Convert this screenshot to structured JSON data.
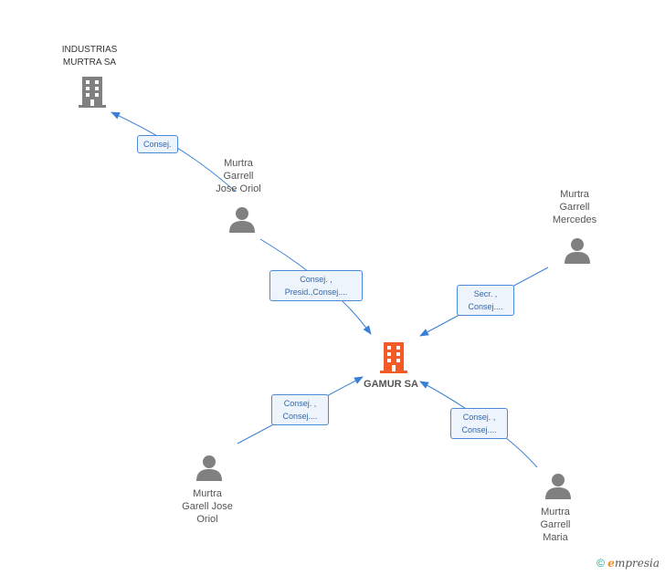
{
  "colors": {
    "edge": "#3a7fd5",
    "person": "#808080",
    "company": "#808080",
    "center": "#f25a28"
  },
  "center": {
    "name": "GAMUR SA"
  },
  "nodes": [
    {
      "id": "industrias",
      "type": "company",
      "lines": [
        "INDUSTRIAS",
        "MURTRA SA"
      ]
    },
    {
      "id": "jose-oriol-top",
      "type": "person",
      "lines": [
        "Murtra",
        "Garrell",
        "Jose Oriol"
      ]
    },
    {
      "id": "mercedes",
      "type": "person",
      "lines": [
        "Murtra",
        "Garrell",
        "Mercedes"
      ]
    },
    {
      "id": "jose-oriol-bottom",
      "type": "person",
      "lines": [
        "Murtra",
        "Garell Jose",
        "Oriol"
      ]
    },
    {
      "id": "maria",
      "type": "person",
      "lines": [
        "Murtra",
        "Garrell",
        "Maria"
      ]
    }
  ],
  "edges": [
    {
      "id": "e1",
      "lines": [
        "Consej."
      ]
    },
    {
      "id": "e2",
      "lines": [
        "Consej. ,",
        "Presid.,Consej...."
      ]
    },
    {
      "id": "e3",
      "lines": [
        "Secr. ,",
        "Consej...."
      ]
    },
    {
      "id": "e4",
      "lines": [
        "Consej. ,",
        "Consej...."
      ]
    },
    {
      "id": "e5",
      "lines": [
        "Consej. ,",
        "Consej...."
      ]
    }
  ],
  "footer": {
    "copyright_symbol": "©",
    "brand_initial": "e",
    "brand_rest": "mpresia"
  }
}
